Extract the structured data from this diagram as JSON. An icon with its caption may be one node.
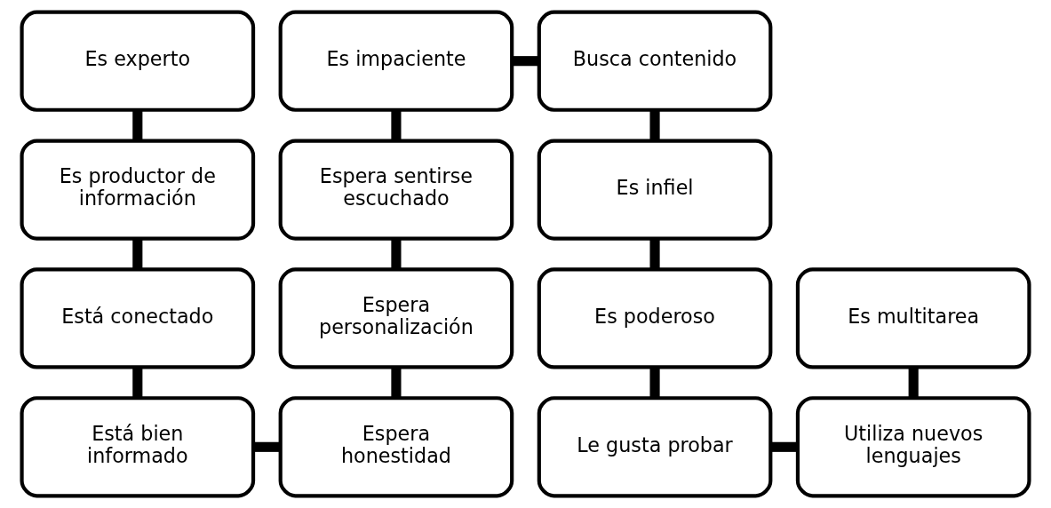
{
  "diagram": {
    "nodes": [
      {
        "text": [
          "Es experto"
        ]
      },
      {
        "text": [
          "Es impaciente"
        ]
      },
      {
        "text": [
          "Busca contenido"
        ]
      },
      {
        "text": [
          "Es productor de información"
        ]
      },
      {
        "text": [
          "Espera sentirse escuchado"
        ]
      },
      {
        "text": [
          "Es infiel"
        ]
      },
      {
        "text": [
          "Está conectado"
        ]
      },
      {
        "text": [
          "Espera personalización"
        ]
      },
      {
        "text": [
          "Es poderoso"
        ]
      },
      {
        "text": [
          "Es multitarea"
        ]
      },
      {
        "text": [
          "Está bien informado"
        ]
      },
      {
        "text": [
          "Espera honestidad"
        ]
      },
      {
        "text": [
          "Le gusta probar"
        ]
      },
      {
        "text": [
          "Utiliza nuevos lenguajes"
        ]
      }
    ],
    "edges": [
      {
        "from": 0,
        "to": 3,
        "arrow": "none"
      },
      {
        "from": 3,
        "to": 6,
        "arrow": "none"
      },
      {
        "from": 6,
        "to": 10,
        "arrow": "none"
      },
      {
        "from": 10,
        "to": 11,
        "arrow": "none"
      },
      {
        "from": 7,
        "to": 11,
        "arrow": "none"
      },
      {
        "from": 4,
        "to": 7,
        "arrow": "none"
      },
      {
        "from": 1,
        "to": 4,
        "arrow": "none"
      },
      {
        "from": 1,
        "to": 2,
        "arrow": "none"
      },
      {
        "from": 2,
        "to": 5,
        "arrow": "none"
      },
      {
        "from": 5,
        "to": 8,
        "arrow": "none"
      },
      {
        "from": 8,
        "to": 12,
        "arrow": "none"
      },
      {
        "from": 12,
        "to": 13,
        "arrow": "none"
      },
      {
        "from": 9,
        "to": 13,
        "arrow": "none"
      }
    ]
  }
}
